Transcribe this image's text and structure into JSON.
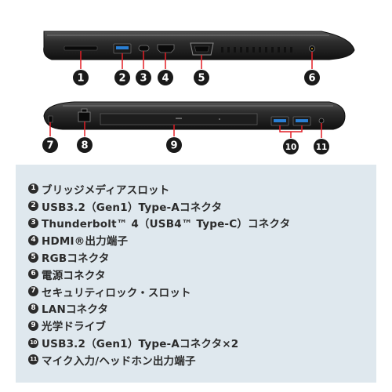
{
  "callouts": [
    "1",
    "2",
    "3",
    "4",
    "5",
    "6",
    "7",
    "8",
    "9",
    "10",
    "11"
  ],
  "legend": [
    {
      "num": "1",
      "text": "ブリッジメディアスロット"
    },
    {
      "num": "2",
      "text": "USB3.2（Gen1）Type-Aコネクタ"
    },
    {
      "num": "3",
      "text": "Thunderbolt™ 4（USB4™ Type-C）コネクタ"
    },
    {
      "num": "4",
      "text": "HDMI®出力端子"
    },
    {
      "num": "5",
      "text": "RGBコネクタ"
    },
    {
      "num": "6",
      "text": "電源コネクタ"
    },
    {
      "num": "7",
      "text": "セキュリティロック・スロット"
    },
    {
      "num": "8",
      "text": "LANコネクタ"
    },
    {
      "num": "9",
      "text": "光学ドライブ"
    },
    {
      "num": "10",
      "text": "USB3.2（Gen1）Type-Aコネクタ×2"
    },
    {
      "num": "11",
      "text": "マイク入力/ヘッドホン出力端子"
    }
  ],
  "colors": {
    "body": "#2c2c2c",
    "body_dark": "#161616",
    "usb_blue": "#2a7fd4",
    "callout_line": "#e21f26",
    "legend_bg": "#dfe8ee"
  }
}
